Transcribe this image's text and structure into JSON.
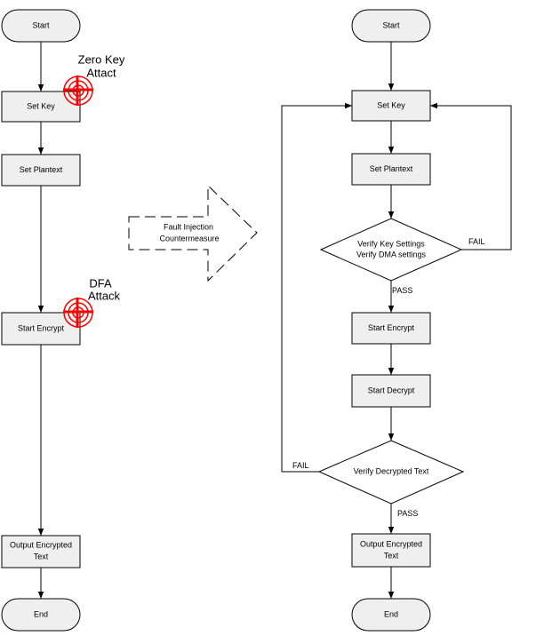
{
  "left_flow": {
    "start": "Start",
    "set_key": "Set Key",
    "set_plaintext": "Set Plantext",
    "start_encrypt": "Start Encrypt",
    "output_line1": "Output Encrypted",
    "output_line2": "Text",
    "end": "End",
    "zero_key_line1": "Zero Key",
    "zero_key_line2": "Attact",
    "dfa_line1": "DFA",
    "dfa_line2": "Attack"
  },
  "transition_arrow": {
    "line1": "Fault Injection",
    "line2": "Countermeasure"
  },
  "right_flow": {
    "start": "Start",
    "set_key": "Set Key",
    "set_plaintext": "Set Plantext",
    "verify_key_line1": "Verify Key Settings",
    "verify_key_line2": "Verify DMA settings",
    "start_encrypt": "Start Encrypt",
    "start_decrypt": "Start Decrypt",
    "verify_decrypted": "Verify Decrypted Text",
    "output_line1": "Output Encrypted",
    "output_line2": "Text",
    "end": "End",
    "fail_label_1": "FAIL",
    "pass_label_1": "PASS",
    "fail_label_2": "FAIL",
    "pass_label_2": "PASS"
  },
  "colors": {
    "box_fill": "#efefef",
    "line": "#000000",
    "attack_marker": "#ff0000"
  }
}
